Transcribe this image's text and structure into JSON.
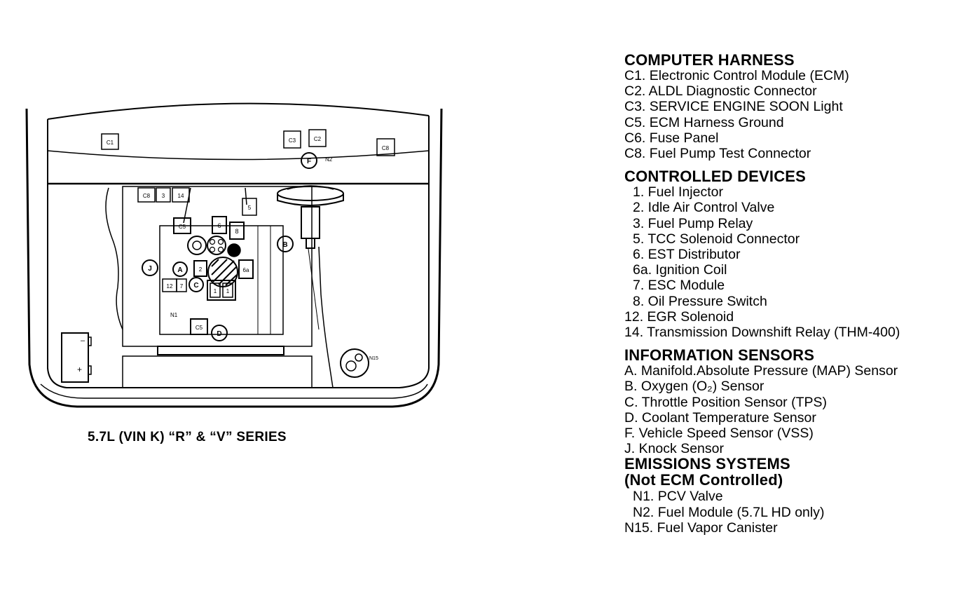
{
  "diagram": {
    "caption": "5.7L (VIN K) “R” & “V” SERIES",
    "labels": {
      "c1": "C1",
      "c3": "C3",
      "c2": "C2",
      "c8_top": "C8",
      "f": "F",
      "n2": "N2",
      "c8_block": "C8",
      "three": "3",
      "fourteen": "14",
      "five": "5",
      "c5_upper": "C5",
      "six": "6",
      "eight": "8",
      "b": "B",
      "j": "J",
      "a": "A",
      "two": "2",
      "six_a": "6a",
      "twelve": "12",
      "seven": "7",
      "c": "C",
      "one_a": "1",
      "one_b": "1",
      "n1": "N1",
      "c5_lower": "C5",
      "d": "D",
      "n15": "N15",
      "battery_minus": "–",
      "battery_plus": "+"
    }
  },
  "legend": {
    "computer_harness": {
      "title": "COMPUTER HARNESS",
      "items": [
        "C1. Electronic Control Module (ECM)",
        "C2. ALDL Diagnostic Connector",
        "C3. SERVICE ENGINE SOON Light",
        "C5. ECM Harness Ground",
        "C6. Fuse Panel",
        "C8. Fuel Pump Test Connector"
      ]
    },
    "controlled_devices": {
      "title": "CONTROLLED DEVICES",
      "items": [
        "1. Fuel Injector",
        "2. Idle Air Control Valve",
        "3. Fuel Pump Relay",
        "5. TCC Solenoid Connector",
        "6. EST Distributor",
        "6a. Ignition Coil",
        "7. ESC Module",
        "8. Oil Pressure Switch",
        "12. EGR Solenoid",
        "14. Transmission Downshift Relay (THM-400)"
      ]
    },
    "information_sensors": {
      "title": "INFORMATION SENSORS",
      "items": [
        "A. Manifold.Absolute Pressure (MAP) Sensor",
        "B. Oxygen (O₂) Sensor",
        "C. Throttle Position Sensor (TPS)",
        "D. Coolant Temperature Sensor",
        "F. Vehicle Speed Sensor (VSS)",
        "J. Knock Sensor"
      ]
    },
    "emissions_systems": {
      "title": "EMISSIONS SYSTEMS",
      "subtitle": "(Not ECM Controlled)",
      "items": [
        "N1. PCV Valve",
        "N2. Fuel Module (5.7L HD only)",
        "N15. Fuel Vapor Canister"
      ]
    }
  }
}
